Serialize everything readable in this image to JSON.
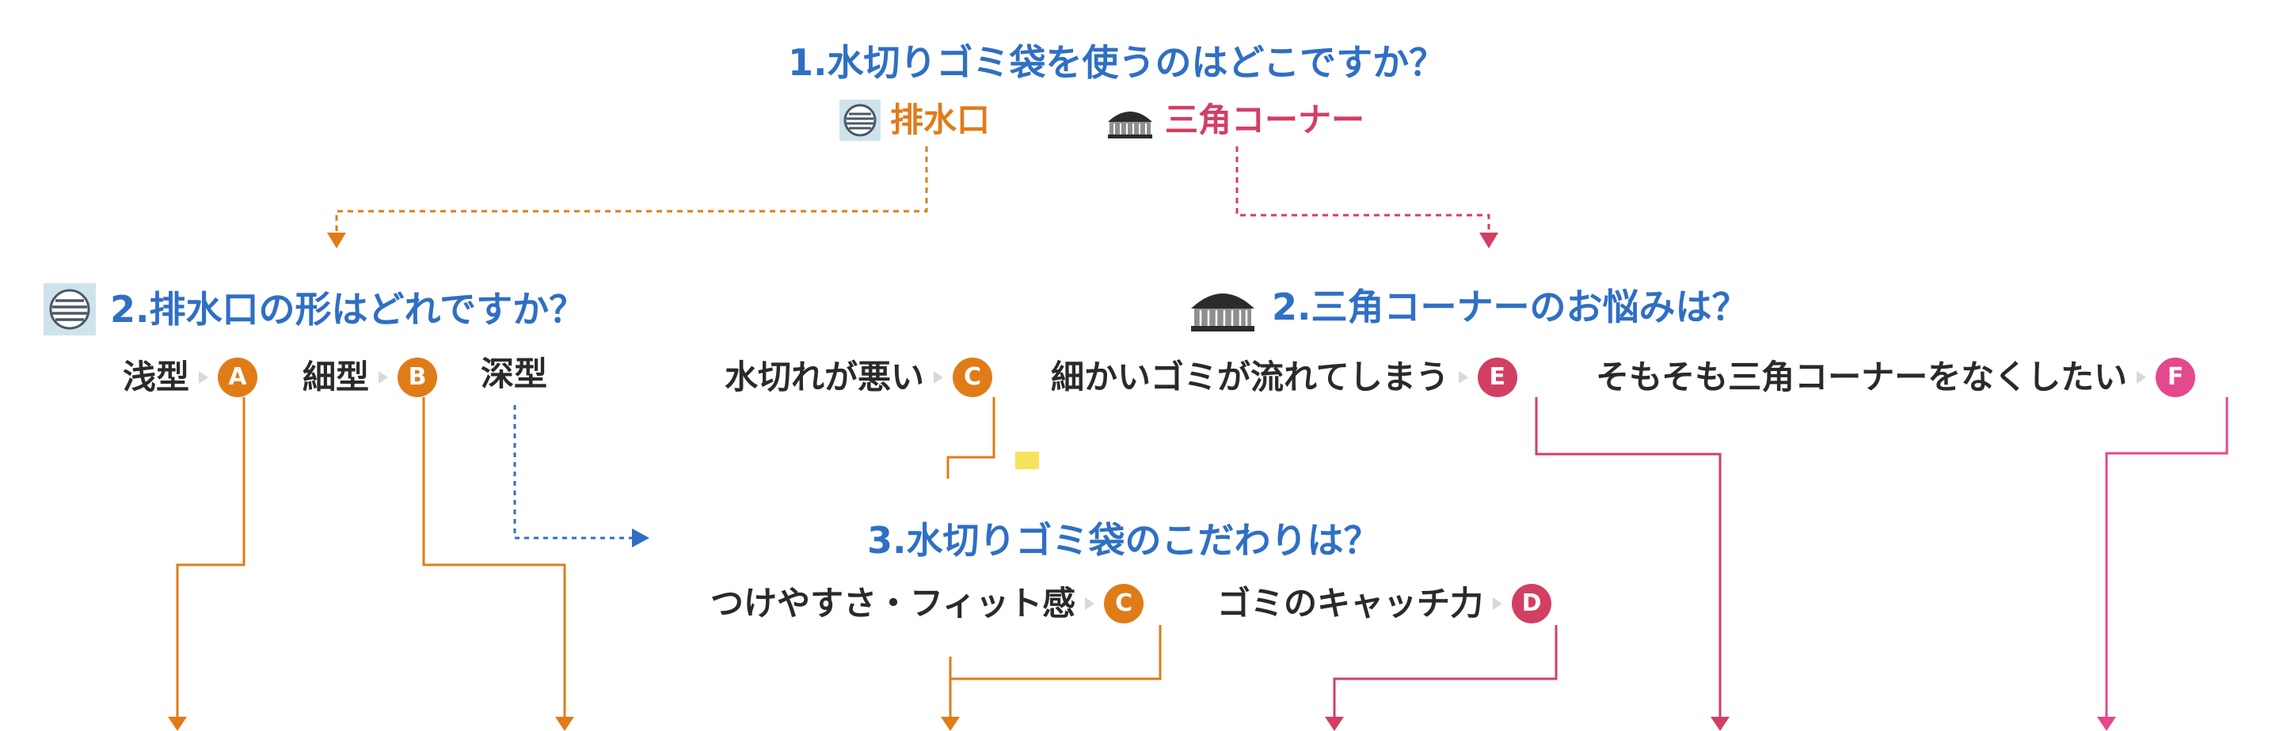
{
  "colors": {
    "title": "#2f6fc4",
    "orange": "#e07c17",
    "crimson": "#d23f63",
    "pink": "#e5488c",
    "blue_dashed": "#2f6fc4",
    "note": "#f7e35a",
    "drain_icon_bg": "#cfe3ec",
    "drain_icon_lines": "#4a5866",
    "corner_icon": "#2b2b2b"
  },
  "q1": {
    "title": "1.水切りゴミ袋を使うのはどこですか？",
    "options": [
      {
        "label": "排水口",
        "icon": "drain-icon",
        "color": "#e07c17"
      },
      {
        "label": "三角コーナー",
        "icon": "sink-corner-icon",
        "color": "#d23f63"
      }
    ]
  },
  "q2a": {
    "title": "2.排水口の形はどれですか？",
    "icon": "drain-icon",
    "options": [
      {
        "label": "浅型",
        "badge": "A",
        "badge_color": "#e07c17"
      },
      {
        "label": "細型",
        "badge": "B",
        "badge_color": "#e07c17"
      },
      {
        "label": "深型"
      }
    ]
  },
  "q2b": {
    "title": "2.三角コーナーのお悩みは？",
    "icon": "sink-corner-icon",
    "options": [
      {
        "label": "水切れが悪い",
        "badge": "C",
        "badge_color": "#e07c17"
      },
      {
        "label": "細かいゴミが流れてしまう",
        "badge": "E",
        "badge_color": "#d23f63"
      },
      {
        "label": "そもそも三角コーナーをなくしたい",
        "badge": "F",
        "badge_color": "#e5488c"
      }
    ]
  },
  "q3": {
    "title": "3.水切りゴミ袋のこだわりは？",
    "options": [
      {
        "label": "つけやすさ・フィット感",
        "badge": "C",
        "badge_color": "#e07c17"
      },
      {
        "label": "ゴミのキャッチ力",
        "badge": "D",
        "badge_color": "#d23f63"
      }
    ]
  }
}
